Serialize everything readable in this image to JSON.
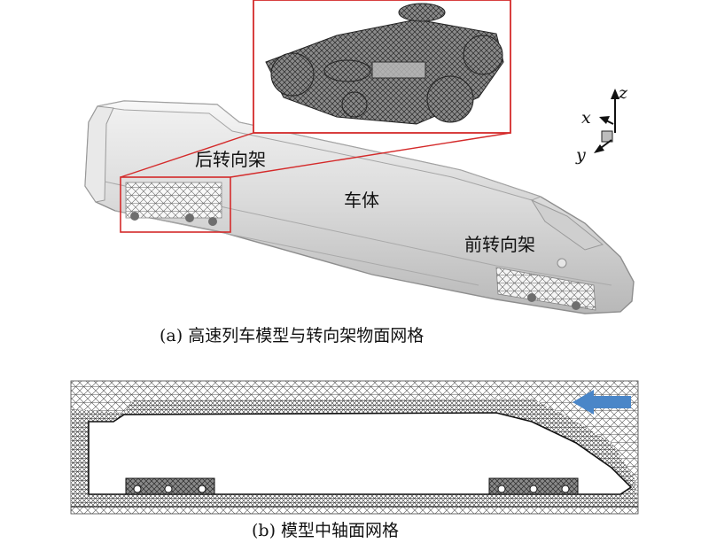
{
  "panel_a": {
    "labels": {
      "rear_bogie": "后转向架",
      "car_body": "车体",
      "front_bogie": "前转向架"
    },
    "axes": {
      "x": "x",
      "y": "y",
      "z": "z"
    },
    "caption": "(a) 高速列车模型与转向架物面网格"
  },
  "panel_b": {
    "caption": "(b) 模型中轴面网格"
  },
  "colors": {
    "highlight_box": "#d42a2a",
    "flow_arrow": "#4a86c8",
    "train_body": "#d4d4d4",
    "mesh": "#3a3a3a"
  },
  "icons": [
    "flow-direction-arrow-icon",
    "coordinate-axes-icon"
  ]
}
